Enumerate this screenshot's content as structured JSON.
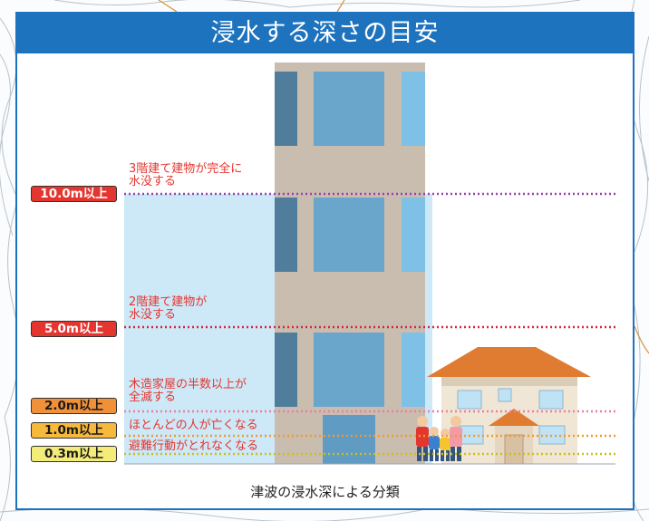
{
  "title": "浸水する深さの目安",
  "caption": "津波の浸水深による分類",
  "levels": [
    {
      "label": "10.0m以上",
      "note": "3階建て建物が完全に\n水没する",
      "bg": "#e4352f",
      "fg": "#ffffff",
      "line": "#9b3fb0"
    },
    {
      "label": "5.0m以上",
      "note": "2階建て建物が\n水没する",
      "bg": "#e4352f",
      "fg": "#ffffff",
      "line": "#d7263d"
    },
    {
      "label": "2.0m以上",
      "note": "木造家屋の半数以上が\n全滅する",
      "bg": "#f0913a",
      "fg": "#1a1a1a",
      "line": "#ef7da3"
    },
    {
      "label": "1.0m以上",
      "note": "ほとんどの人が亡くなる",
      "bg": "#f6b93b",
      "fg": "#1a1a1a",
      "line": "#f19a2d"
    },
    {
      "label": "0.3m以上",
      "note": "避難行動がとれなくなる",
      "bg": "#f3ec7a",
      "fg": "#1a1a1a",
      "line": "#c9c01e"
    }
  ],
  "colors": {
    "header": "#1e73be",
    "water": "#cde8f7",
    "building": "#c9bdb0",
    "window_dark": "#4f7d9b",
    "window_light": "#7fc0e6",
    "roof": "#e07b32",
    "house_wall": "#efe6d6"
  }
}
